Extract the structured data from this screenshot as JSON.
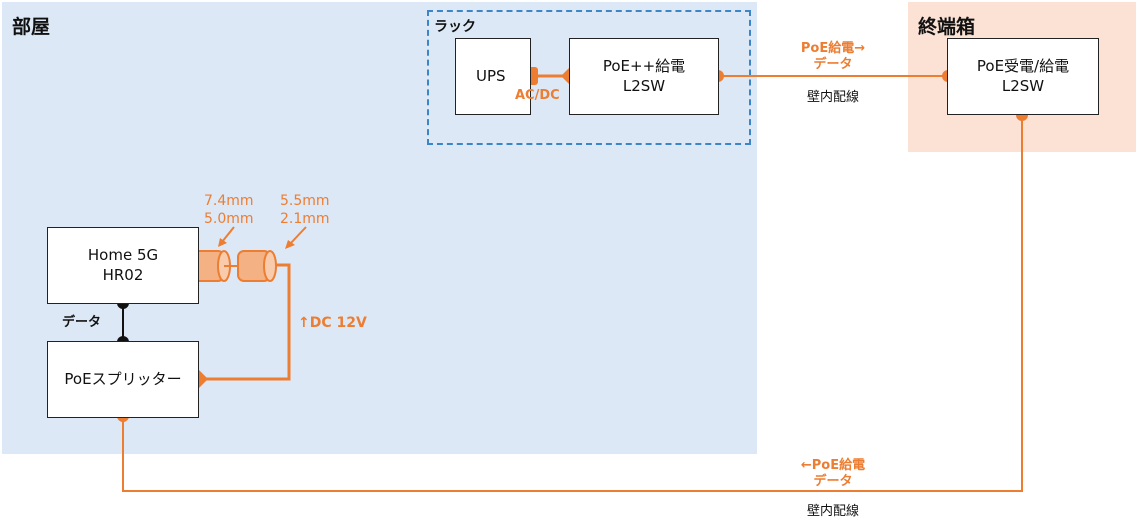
{
  "zones": {
    "room": "部屋",
    "rack": "ラック",
    "terminal_box": "終端箱"
  },
  "devices": {
    "ups": "UPS",
    "poe_switch": "PoE++給電\nL2SW",
    "poe_receiver_switch": "PoE受電/給電\nL2SW",
    "home5g": "Home 5G\nHR02",
    "poe_splitter": "PoEスプリッター"
  },
  "labels": {
    "ac_dc": "AC/DC",
    "poe_data_top": "PoE給電→\nデータ",
    "wall_wiring_top": "壁内配線",
    "poe_data_bottom": "←PoE給電\nデータ",
    "wall_wiring_bottom": "壁内配線",
    "data": "データ",
    "dc_12v": "↑DC 12V",
    "plug_a": "7.4mm\n5.0mm",
    "plug_b": "5.5mm\n2.1mm"
  },
  "colors": {
    "wire_orange": "#ed7d31",
    "room_bg": "#dce8f6",
    "terminal_bg": "#fbe2d5",
    "rack_border": "#3c86c8"
  }
}
